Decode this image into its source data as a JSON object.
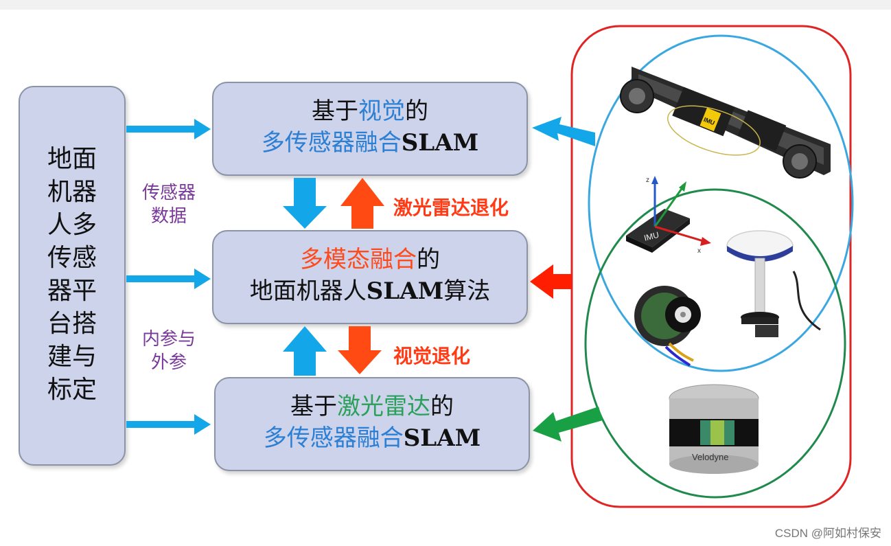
{
  "left_box": {
    "lines": [
      "地面",
      "机器",
      "人多",
      "传感",
      "器平",
      "台搭",
      "建与",
      "标定"
    ]
  },
  "side_labels": {
    "upper": [
      "传感器",
      "数据"
    ],
    "lower": [
      "内参与",
      "外参"
    ]
  },
  "boxes": {
    "visual": {
      "line1_a": "基于",
      "line1_b": "视觉",
      "line1_c": "的",
      "line2_a": "多传感器融合",
      "line2_b": "SLAM"
    },
    "fusion": {
      "line1_a": "多模态融合",
      "line1_b": "的",
      "line2_a": "地面机器人",
      "line2_b": "SLAM",
      "line2_c": "算法"
    },
    "lidar": {
      "line1_a": "基于",
      "line1_b": "激光雷达",
      "line1_c": "的",
      "line2_a": "多传感器融合",
      "line2_b": "SLAM"
    }
  },
  "degradation_labels": {
    "lidar": "激光雷达退化",
    "visual": "视觉退化"
  },
  "sensors": {
    "imu_chip": "IMU",
    "camera_imu": "IMU",
    "lidar_brand": "Velodyne",
    "axes": [
      "z",
      "x"
    ]
  },
  "watermark": "CSDN @阿如村保安",
  "colors": {
    "box_fill": "#cdd3ea",
    "arrow_blue": "#13a6e8",
    "arrow_orange": "#ff4a14",
    "arrow_red": "#ff1e00",
    "arrow_green": "#1aa044",
    "frame_red": "#e02424",
    "ellipse_blue": "#3aa7e0",
    "ellipse_green": "#1f8a4c"
  }
}
